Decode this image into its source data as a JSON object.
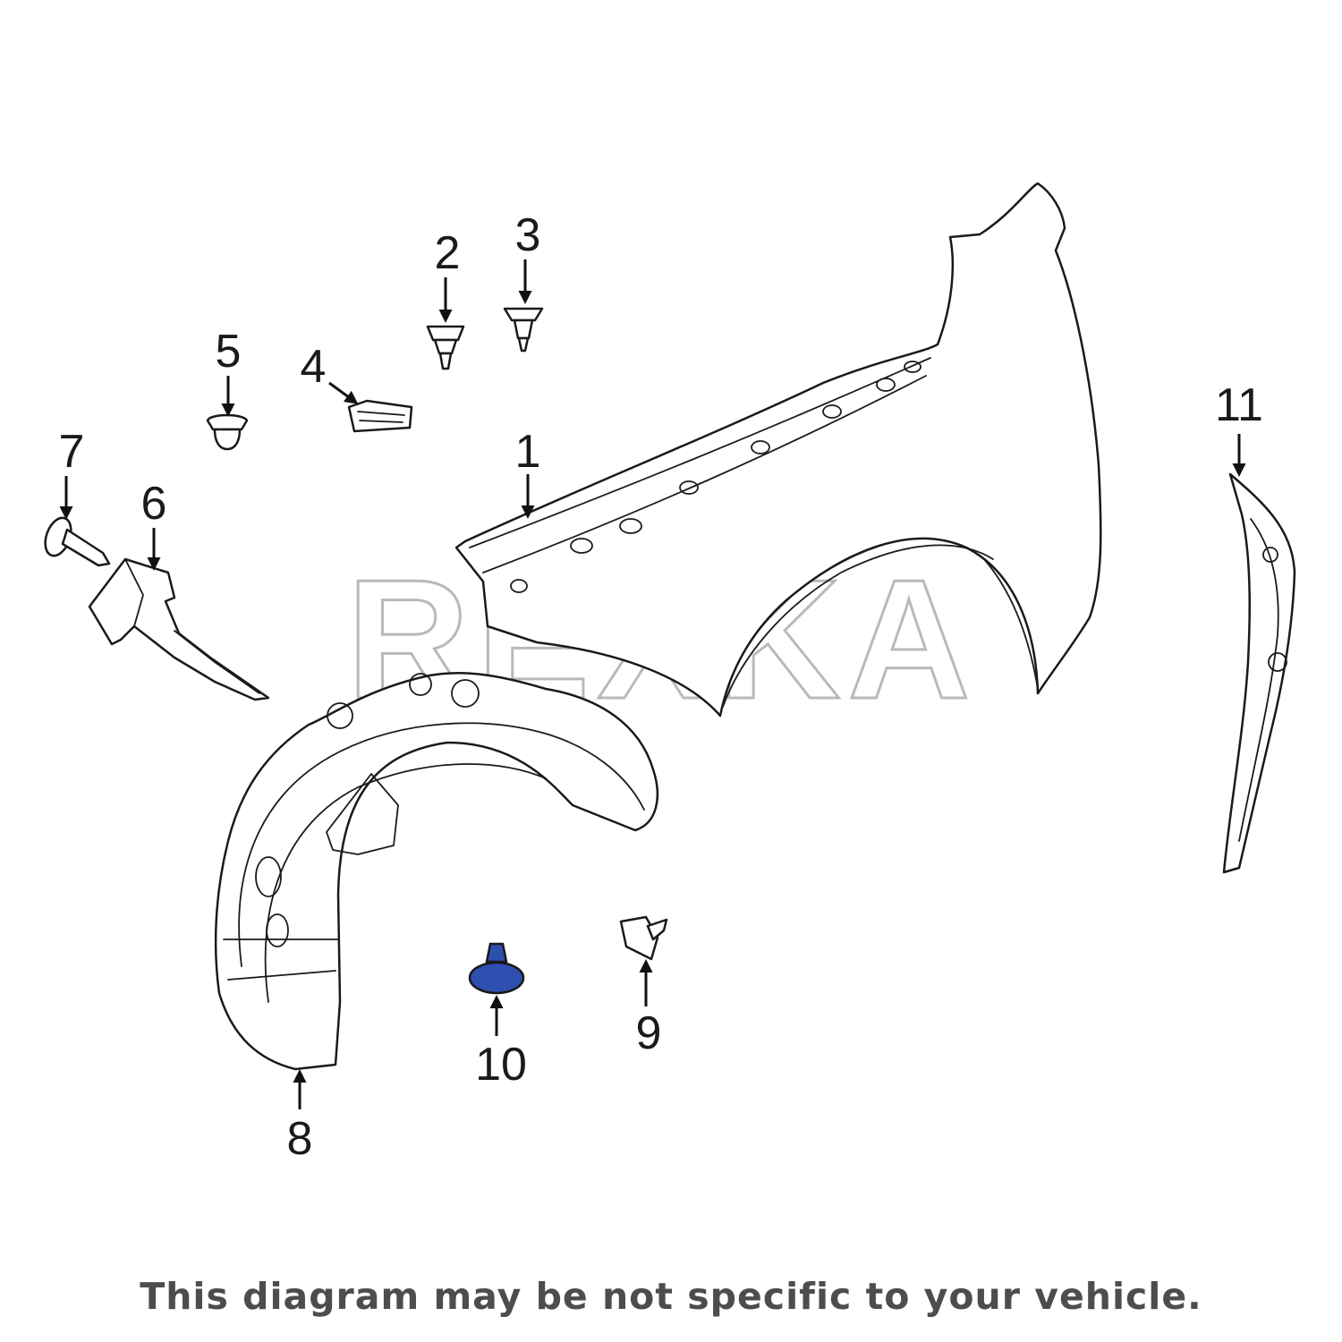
{
  "watermark": "REXKA",
  "disclaimer": "This diagram may be not specific to your vehicle.",
  "highlight_color": "#2e4fb0",
  "callouts": [
    "1",
    "2",
    "3",
    "4",
    "5",
    "6",
    "7",
    "8",
    "9",
    "10",
    "11"
  ]
}
